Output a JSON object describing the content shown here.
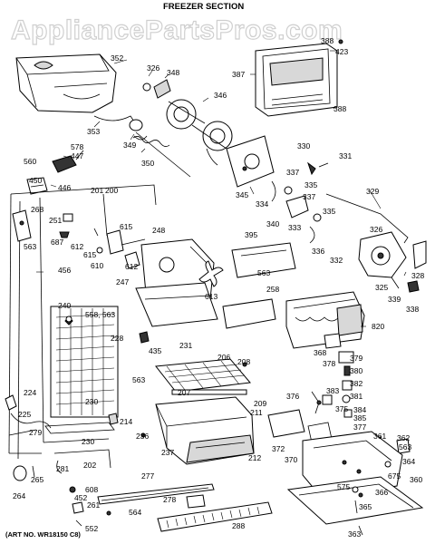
{
  "watermark": "AppliancePartsPros.com",
  "title": "FREEZER SECTION",
  "art_number": "(ART NO. WR18150 C8)",
  "callouts": {
    "c352": "352",
    "c326": "326",
    "c348": "348",
    "c346": "346",
    "c387": "387",
    "c388a": "388",
    "c423": "423",
    "c388b": "388",
    "c353": "353",
    "c349": "349",
    "c578": "578",
    "c447": "447",
    "c560": "560",
    "c350": "350",
    "c450": "450",
    "c446": "446",
    "c330": "330",
    "c331": "331",
    "c337a": "337",
    "c335a": "335",
    "c345": "345",
    "c334": "334",
    "c329": "329",
    "c337b": "337",
    "c340": "340",
    "c333": "333",
    "c335b": "335",
    "c201": "201",
    "c200": "200",
    "c268": "268",
    "c251": "251",
    "c687": "687",
    "c612a": "612",
    "c615a": "615",
    "c615b": "615",
    "c248": "248",
    "c563a": "563",
    "c610": "610",
    "c612b": "612",
    "c456": "456",
    "c395": "395",
    "c326b": "326",
    "c336": "336",
    "c332": "332",
    "c563b": "563",
    "c247": "247",
    "c613": "613",
    "c258": "258",
    "c325": "325",
    "c328": "328",
    "c240": "240",
    "c558": "558, 563",
    "c339": "339",
    "c338": "338",
    "c820": "820",
    "c228": "228",
    "c435": "435",
    "c231": "231",
    "c368": "368",
    "c206": "206",
    "c208": "208",
    "c378": "378",
    "c379": "379",
    "c380": "380",
    "c563c": "563",
    "c207": "207",
    "c382": "382",
    "c376": "376",
    "c383": "383",
    "c381": "381",
    "c224": "224",
    "c230a": "230",
    "c209": "209",
    "c375": "375",
    "c384": "384",
    "c385": "385",
    "c225": "225",
    "c214": "214",
    "c211": "211",
    "c377": "377",
    "c279": "279",
    "c236": "236",
    "c361": "361",
    "c362": "362",
    "c230b": "230",
    "c237": "237",
    "c372": "372",
    "c563d": "563",
    "c212": "212",
    "c370": "370",
    "c364": "364",
    "c202": "202",
    "c281": "281",
    "c265": "265",
    "c675": "675",
    "c264": "264",
    "c608": "608",
    "c277": "277",
    "c360": "360",
    "c575": "575",
    "c452": "452",
    "c366": "366",
    "c261": "261",
    "c278": "278",
    "c564": "564",
    "c365": "365",
    "c552": "552",
    "c288": "288",
    "c363": "363"
  }
}
